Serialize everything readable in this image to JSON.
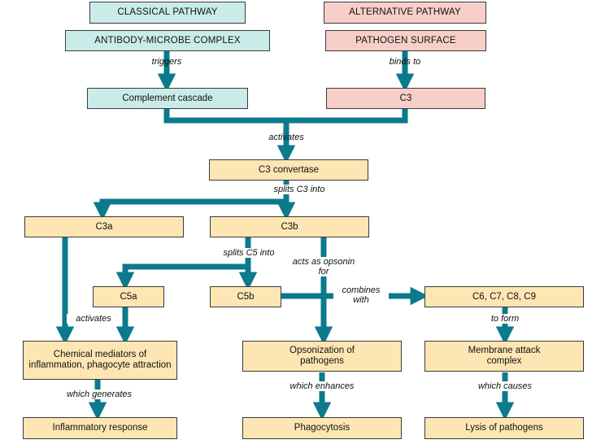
{
  "diagram": {
    "colors": {
      "arrow": "#0b7a8c",
      "classical": "#c9ece9",
      "alternative": "#f8cfc8",
      "component": "#fde6b3"
    },
    "nodes": {
      "classical_pathway": "CLASSICAL PATHWAY",
      "alternative_pathway": "ALTERNATIVE PATHWAY",
      "antibody_microbe_complex": "ANTIBODY-MICROBE COMPLEX",
      "pathogen_surface": "PATHOGEN SURFACE",
      "complement_cascade": "Complement cascade",
      "c3": "C3",
      "c3_convertase": "C3 convertase",
      "c3a": "C3a",
      "c3b": "C3b",
      "c5a": "C5a",
      "c5b": "C5b",
      "c6_c9": "C6, C7, C8, C9",
      "chemical_mediators": "Chemical mediators of inflammation, phagocyte attraction",
      "opsonization": "Opsonization of pathogens",
      "membrane_attack_complex": "Membrane attack complex",
      "inflammatory_response": "Inflammatory response",
      "phagocytosis": "Phagocytosis",
      "lysis_of_pathogens": "Lysis of pathogens"
    },
    "edge_labels": {
      "triggers": "triggers",
      "binds_to": "binds to",
      "activates_top": "activates",
      "splits_c3": "splits C3 into",
      "splits_c5": "splits C5 into",
      "acts_as_opsonin": "acts as opsonin for",
      "combines_with": "combines with",
      "activates_bottom": "activates",
      "to_form": "to form",
      "which_generates": "which generates",
      "which_enhances": "which enhances",
      "which_causes": "which causes"
    }
  }
}
